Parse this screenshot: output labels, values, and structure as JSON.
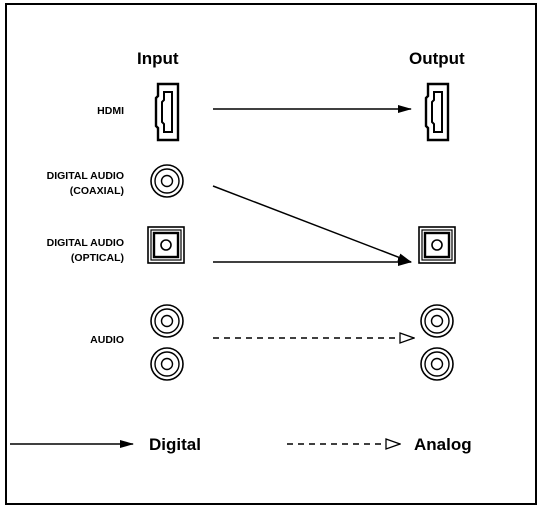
{
  "headers": {
    "input": "Input",
    "output": "Output"
  },
  "rows": {
    "hdmi": "HDMI",
    "coaxial_line1": "DIGITAL AUDIO",
    "coaxial_line2": "(COAXIAL)",
    "optical_line1": "DIGITAL AUDIO",
    "optical_line2": "(OPTICAL)",
    "audio": "AUDIO"
  },
  "legend": {
    "digital": "Digital",
    "analog": "Analog"
  },
  "colors": {
    "line": "#000000",
    "background": "#ffffff"
  },
  "icons": {
    "hdmi": "hdmi-port-icon",
    "coaxial": "coaxial-jack-icon",
    "optical": "optical-port-icon",
    "rca": "rca-jack-icon"
  }
}
